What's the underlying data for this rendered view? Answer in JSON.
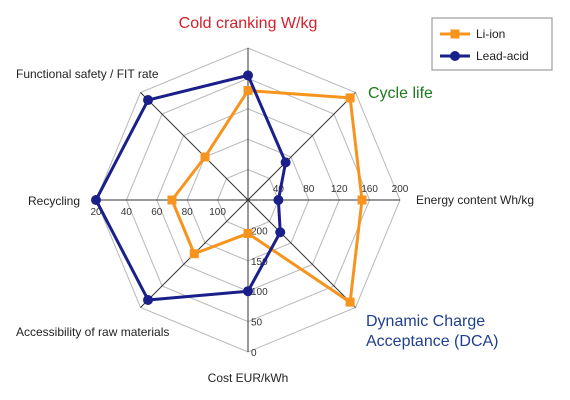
{
  "chart_data": {
    "type": "radar",
    "axes": [
      {
        "label": "Cold cranking W/kg",
        "color": "#d4202a",
        "emphasis": true
      },
      {
        "label": "Cycle life",
        "color": "#1e7a1e",
        "emphasis": true
      },
      {
        "label": "Energy content Wh/kg",
        "color": "#222222",
        "emphasis": false
      },
      {
        "label": "Dynamic Charge Acceptance (DCA)",
        "color": "#1f3f8f",
        "emphasis": true
      },
      {
        "label": "Cost EUR/kWh",
        "color": "#222222",
        "emphasis": false
      },
      {
        "label": "Accessibility of raw materials",
        "color": "#222222",
        "emphasis": false
      },
      {
        "label": "Recycling",
        "color": "#222222",
        "emphasis": false
      },
      {
        "label": "Functional safety / FIT rate",
        "color": "#222222",
        "emphasis": false
      }
    ],
    "energy_ticks": [
      "40",
      "80",
      "120",
      "160",
      "200"
    ],
    "cost_ticks": [
      "200",
      "150",
      "100",
      "50",
      "0"
    ],
    "recycling_ticks": [
      "100",
      "80",
      "60",
      "40",
      "20"
    ],
    "scale": [
      0,
      1
    ],
    "series": [
      {
        "name": "Li-ion",
        "color": "#f7941d",
        "marker": "square",
        "values": [
          0.72,
          0.95,
          0.75,
          0.95,
          0.22,
          0.5,
          0.5,
          0.4
        ]
      },
      {
        "name": "Lead-acid",
        "color": "#1b1f8a",
        "marker": "circle",
        "values": [
          0.82,
          0.35,
          0.2,
          0.3,
          0.6,
          0.93,
          1.0,
          0.93
        ]
      }
    ],
    "grid": true,
    "legend": "top-right"
  }
}
